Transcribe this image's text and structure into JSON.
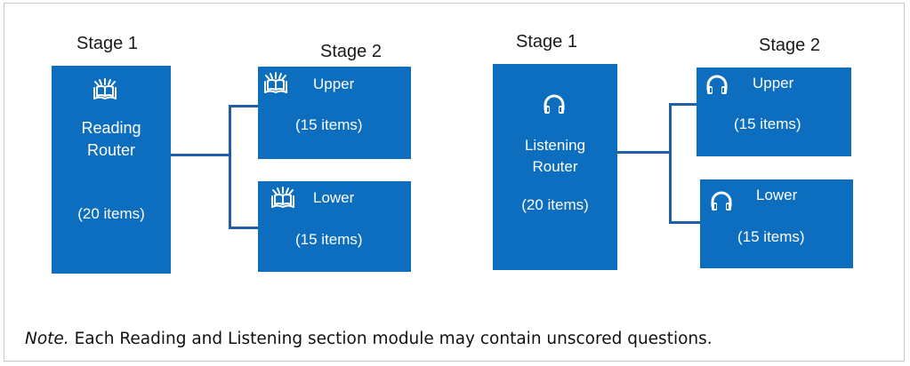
{
  "colors": {
    "box_fill": "#0d6ebf",
    "connector": "#1f5fa8",
    "text_on_box": "#ffffff"
  },
  "reading": {
    "stage1_label": "Stage 1",
    "stage2_label": "Stage 2",
    "router": {
      "icon": "book-reading-icon",
      "line1": "Reading",
      "line2": "Router",
      "count": "(20 items)"
    },
    "upper": {
      "icon": "book-reading-icon",
      "label": "Upper",
      "count": "(15 items)"
    },
    "lower": {
      "icon": "book-reading-icon",
      "label": "Lower",
      "count": "(15 items)"
    }
  },
  "listening": {
    "stage1_label": "Stage 1",
    "stage2_label": "Stage 2",
    "router": {
      "icon": "headphones-icon",
      "line1": "Listening",
      "line2": "Router",
      "count": "(20 items)"
    },
    "upper": {
      "icon": "headphones-icon",
      "label": "Upper",
      "count": "(15 items)"
    },
    "lower": {
      "icon": "headphones-icon",
      "label": "Lower",
      "count": "(15 items)"
    }
  },
  "note": {
    "prefix": "Note.",
    "text": " Each Reading and Listening section module may contain unscored questions."
  }
}
